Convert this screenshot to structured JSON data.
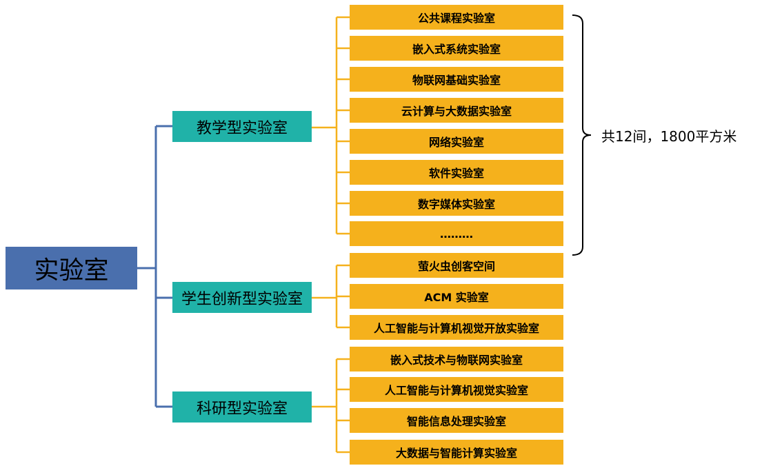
{
  "root": "实验室",
  "categories": [
    {
      "label": "教学型实验室",
      "children": [
        "公共课程实验室",
        "嵌入式系统实验室",
        "物联网基础实验室",
        "云计算与大数据实验室",
        "网络实验室",
        "软件实验室",
        "数字媒体实验室",
        "………"
      ]
    },
    {
      "label": "学生创新型实验室",
      "children": [
        "萤火虫创客空间",
        "ACM 实验室",
        "人工智能与计算机视觉开放实验室"
      ]
    },
    {
      "label": "科研型实验室",
      "children": [
        "嵌入式技术与物联网实验室",
        "人工智能与计算机视觉实验室",
        "智能信息处理实验室",
        "大数据与智能计算实验室"
      ]
    }
  ],
  "annotation": "共12间，1800平方米",
  "colors": {
    "root_fill": "#4a6fad",
    "category_fill": "#20b2a8",
    "leaf_fill": "#f5b11c",
    "root_connector": "#4a6fad",
    "leaf_connector": "#f5b11c",
    "brace": "#000000"
  }
}
